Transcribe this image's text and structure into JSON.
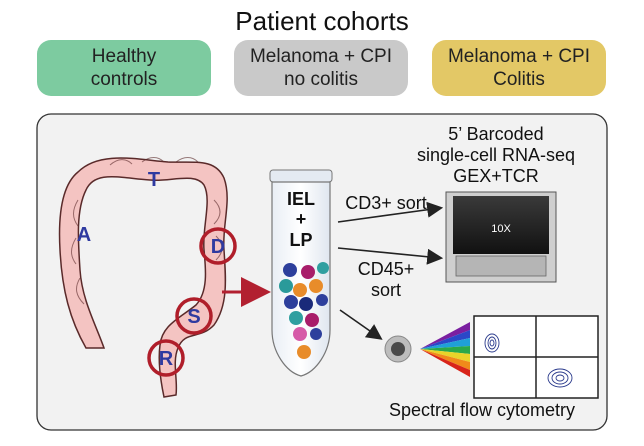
{
  "title": "Patient cohorts",
  "cohorts": [
    {
      "line1": "Healthy",
      "line2": "controls",
      "color": "#7dcba0"
    },
    {
      "line1": "Melanoma + CPI",
      "line2": "no colitis",
      "color": "#c9c9c9"
    },
    {
      "line1": "Melanoma + CPI",
      "line2": "Colitis",
      "color": "#e3c866"
    }
  ],
  "colon": {
    "regions": [
      "T",
      "A",
      "D",
      "S",
      "R"
    ]
  },
  "tube": {
    "line1": "IEL",
    "line2": "+",
    "line3": "LP"
  },
  "sort": {
    "cd3": "CD3+ sort",
    "cd45_line1": "CD45+",
    "cd45_line2": "sort"
  },
  "seq": {
    "line1": "5’ Barcoded",
    "line2": "single-cell RNA-seq",
    "line3": "GEX+TCR",
    "device_label": "10X"
  },
  "flow": {
    "label": "Spectral flow cytometry"
  },
  "colors": {
    "colon_fill": "#f4c4c2",
    "colon_stroke": "#5a2a2a",
    "circle_red": "#b01e2a",
    "letter_blue": "#2f3aa0",
    "arrow_red": "#b22030",
    "panel_bg": "#f2f2f2"
  }
}
